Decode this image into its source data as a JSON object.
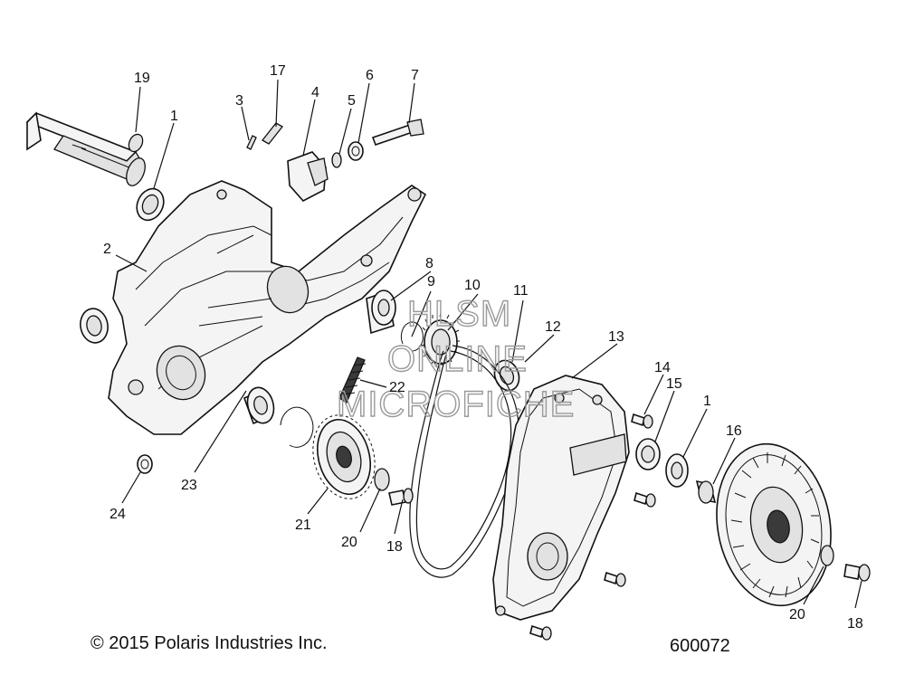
{
  "watermark": {
    "line1": "HLSM",
    "line2": "ONLINE",
    "line3": "MICROFICHE"
  },
  "footer": {
    "copyright": "© 2015 Polaris Industries Inc.",
    "diagram_number": "600072"
  },
  "callouts": [
    "19",
    "1",
    "17",
    "3",
    "4",
    "5",
    "6",
    "7",
    "2",
    "8",
    "9",
    "10",
    "11",
    "12",
    "13",
    "14",
    "15",
    "1",
    "16",
    "22",
    "23",
    "24",
    "21",
    "20",
    "18",
    "20",
    "18"
  ]
}
